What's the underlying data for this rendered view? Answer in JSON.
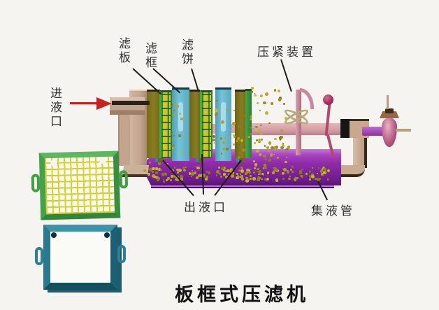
{
  "diagram": {
    "title": "板框式压滤机",
    "labels": {
      "inlet": "进液口",
      "filter_plate": "滤板",
      "filter_frame": "滤框",
      "filter_cake": "滤饼",
      "press_device": "压紧装置",
      "outlet": "出液口",
      "collection_pipe": "集液管"
    },
    "colors": {
      "background": "#f5f4f1",
      "plate_olive": "#857a1e",
      "plate_face_green": "#3f9e42",
      "grid_yellow": "#d4c42a",
      "frame_cyan": "#68bacf",
      "pipe_purple": "#9a36b2",
      "rod_pink": "#d9a5aa",
      "support_tan": "#c9ab98",
      "arrow_red": "#c92121",
      "ball_magenta": "#a8295e",
      "particle_gold": "#b3a126",
      "standalone_plate_green": "#4aa94c",
      "standalone_frame_teal": "#2e7f95",
      "text": "#2f2f2f"
    }
  }
}
